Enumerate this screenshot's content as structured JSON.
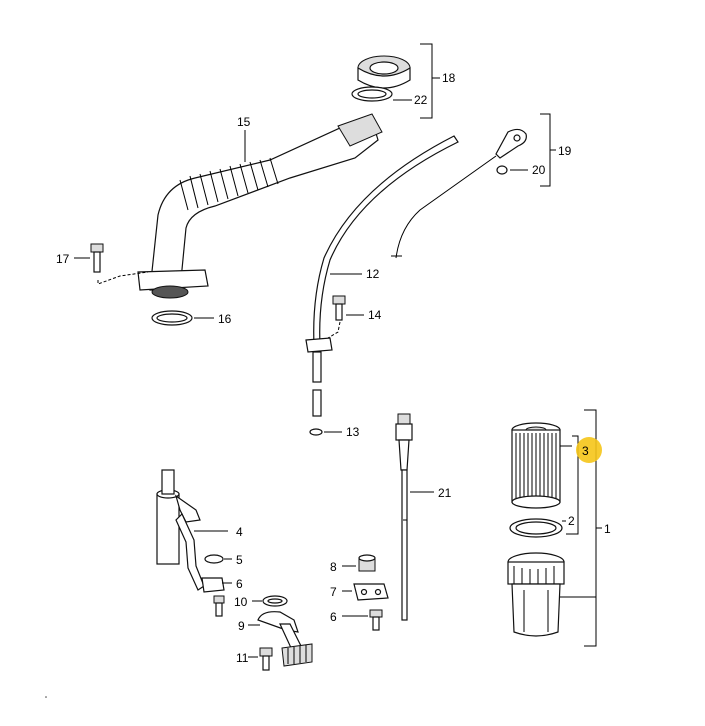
{
  "callouts": {
    "c1": "1",
    "c2": "2",
    "c3": "3",
    "c4": "4",
    "c5": "5",
    "c6a": "6",
    "c6b": "6",
    "c7": "7",
    "c8": "8",
    "c9": "9",
    "c10": "10",
    "c11": "11",
    "c12": "12",
    "c13": "13",
    "c14": "14",
    "c15": "15",
    "c16": "16",
    "c17": "17",
    "c18": "18",
    "c19": "19",
    "c20": "20",
    "c21": "21",
    "c22": "22"
  },
  "highlight": {
    "part": "3",
    "color": "#f5c518"
  }
}
